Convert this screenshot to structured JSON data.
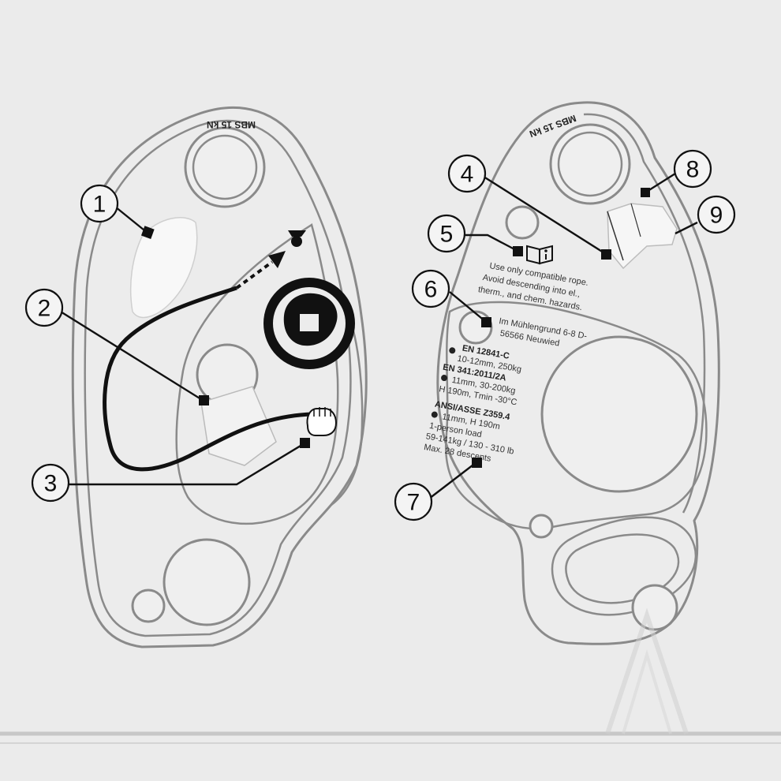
{
  "callouts": [
    "1",
    "2",
    "3",
    "4",
    "5",
    "6",
    "7",
    "8",
    "9"
  ],
  "left_plate": {
    "mbs_label": "MBS 15 kN"
  },
  "right_plate": {
    "mbs_label": "MBS 15 kN",
    "warning": {
      "line1": "Use only compatible rope.",
      "line2": "Avoid descending into el.,",
      "line3": "therm., and chem. hazards."
    },
    "address": {
      "line1": "Im Mühlengrund 6-8 D-",
      "line2": "56566 Neuwied"
    },
    "standards": {
      "en12841_title": "EN 12841-C",
      "en12841_spec": "10-12mm, 250kg",
      "en341_title": "EN 341:2011/2A",
      "en341_spec1": "11mm, 30-200kg",
      "en341_spec2": "H 190m, Tmin -30°C",
      "ansi_title": "ANSI/ASSE Z359.4",
      "ansi_spec1": "11mm, H 190m",
      "ansi_spec2": "1-person load",
      "ansi_spec3": "59-141kg / 130 - 310 lb",
      "ansi_spec4": "Max. 28 descents"
    }
  }
}
